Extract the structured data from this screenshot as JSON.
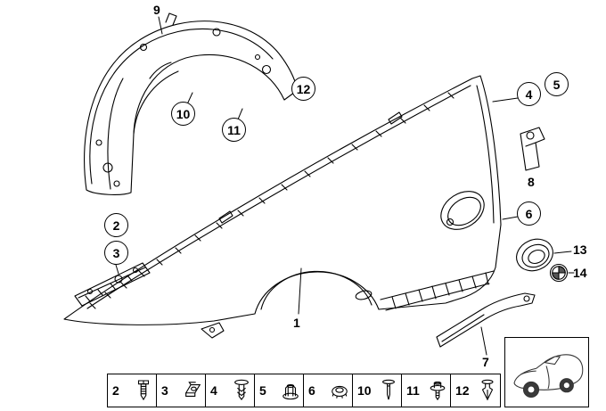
{
  "colors": {
    "background": "#ffffff",
    "line": "#000000",
    "emblem_fill": "#555555"
  },
  "callouts": {
    "c1": {
      "label": "1",
      "circled": false
    },
    "c2": {
      "label": "2",
      "circled": true
    },
    "c3": {
      "label": "3",
      "circled": true
    },
    "c4": {
      "label": "4",
      "circled": true
    },
    "c5": {
      "label": "5",
      "circled": true
    },
    "c6": {
      "label": "6",
      "circled": true
    },
    "c7": {
      "label": "7",
      "circled": false
    },
    "c8": {
      "label": "8",
      "circled": false
    },
    "c9": {
      "label": "9",
      "circled": false
    },
    "c10": {
      "label": "10",
      "circled": true
    },
    "c11": {
      "label": "11",
      "circled": true
    },
    "c12": {
      "label": "12",
      "circled": true
    },
    "c13": {
      "label": "13",
      "circled": false
    },
    "c14": {
      "label": "14",
      "circled": false
    }
  },
  "legend": {
    "items": [
      {
        "label": "2",
        "icon": "pan-head-screw"
      },
      {
        "label": "3",
        "icon": "sheet-metal-clip-nut"
      },
      {
        "label": "4",
        "icon": "push-rivet"
      },
      {
        "label": "5",
        "icon": "flange-nut"
      },
      {
        "label": "6",
        "icon": "plastic-nut"
      },
      {
        "label": "10",
        "icon": "blind-rivet"
      },
      {
        "label": "11",
        "icon": "screw-with-washer"
      },
      {
        "label": "12",
        "icon": "expansion-rivet"
      }
    ]
  },
  "thumbnail": {
    "icon": "vehicle-roadster"
  }
}
